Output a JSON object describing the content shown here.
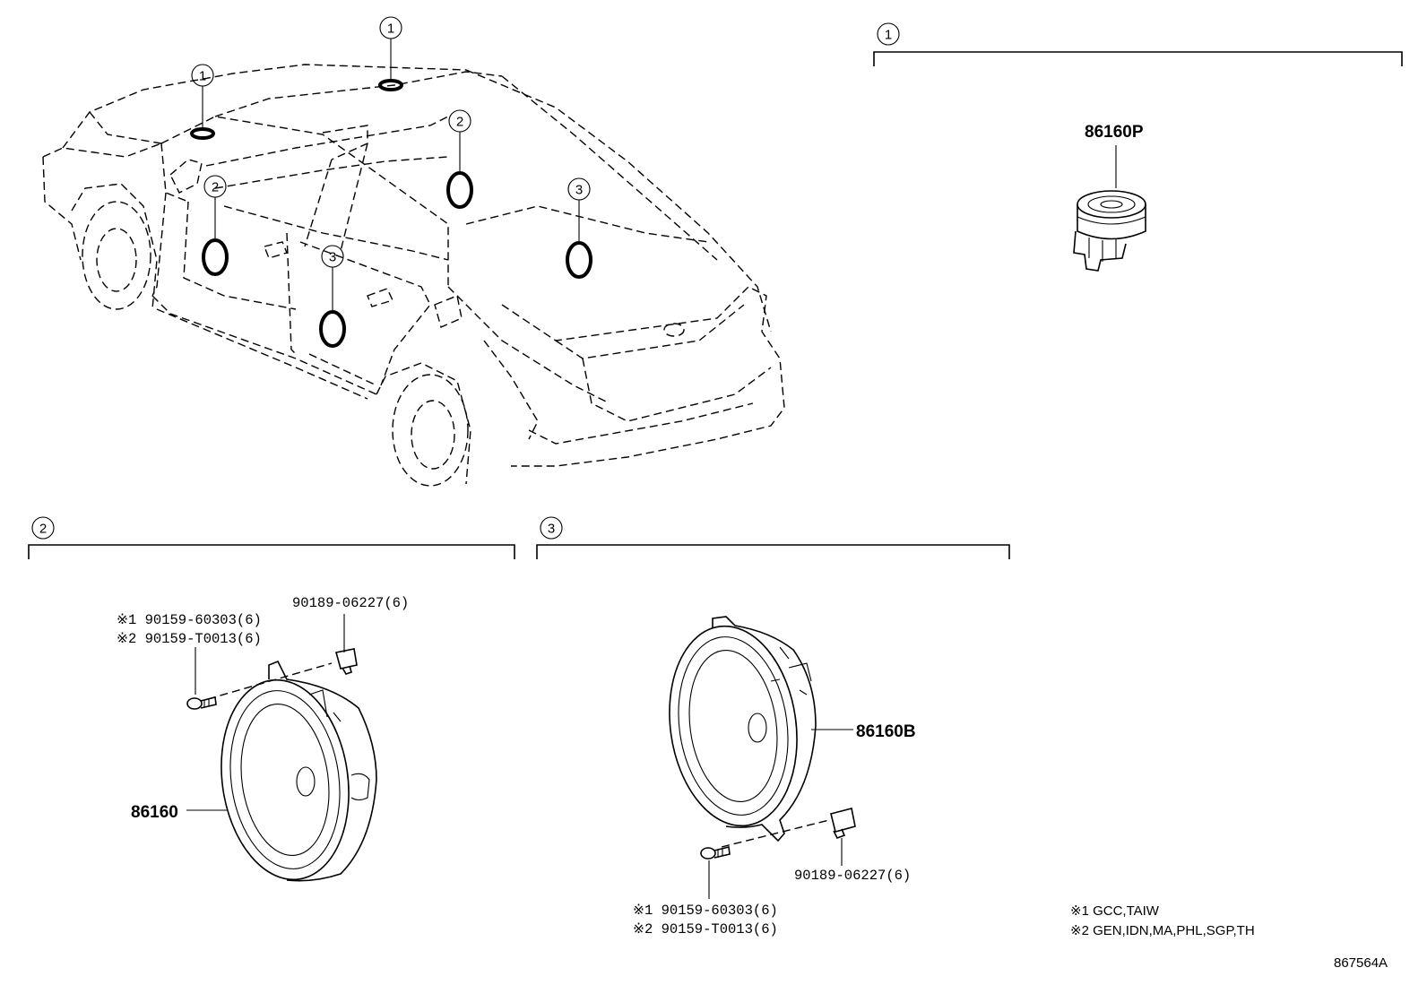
{
  "callout_numbers": {
    "one": "1",
    "two": "2",
    "three": "3"
  },
  "section_1": {
    "part_number": "86160P"
  },
  "section_2": {
    "speaker_part": "86160",
    "screw_line_1": "※1 90159-60303(6)",
    "screw_line_2": "※2 90159-T0013(6)",
    "clip_part": "90189-06227(6)"
  },
  "section_3": {
    "speaker_part": "86160B",
    "clip_part": "90189-06227(6)",
    "screw_line_1": "※1 90159-60303(6)",
    "screw_line_2": "※2 90159-T0013(6)"
  },
  "footnotes": {
    "note_1": "※1 GCC,TAIW",
    "note_2": "※2 GEN,IDN,MA,PHL,SGP,TH"
  },
  "diagram_id": "867564A"
}
